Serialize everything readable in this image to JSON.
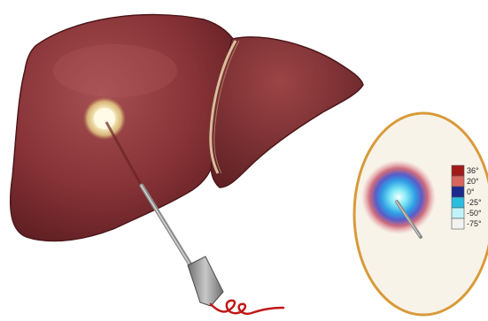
{
  "temperature_legend": {
    "entries": [
      {
        "label": "36°",
        "color": "#a11a1a"
      },
      {
        "label": "20°",
        "color": "#d9655f"
      },
      {
        "label": "0°",
        "color": "#1c2a8c"
      },
      {
        "label": "-25°",
        "color": "#2bbde0"
      },
      {
        "label": "-50°",
        "color": "#bff3f7"
      },
      {
        "label": "-75°",
        "color": "#f2f2f0"
      }
    ]
  },
  "colors": {
    "liver": "#8a3437",
    "liver_dark": "#5e1f22",
    "liver_light": "#a24a4c",
    "inset_border": "#d89a3a",
    "inset_fill": "#f8f3e8",
    "probe": "#8c8c8c",
    "wire": "#c01818"
  }
}
